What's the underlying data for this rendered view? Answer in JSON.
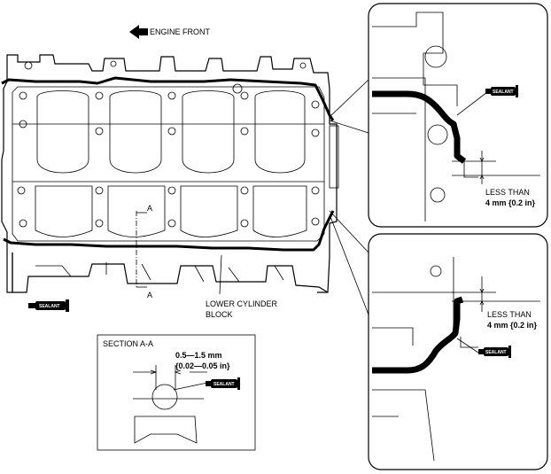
{
  "labels": {
    "engine_front": "ENGINE FRONT",
    "section_mark_top": "A",
    "section_mark_bottom": "A",
    "lower_block_line1": "LOWER CYLINDER",
    "lower_block_line2": "BLOCK",
    "section_title": "SECTION A-A",
    "width_mm": "0.5—1.5 mm",
    "width_in": "{0.02—0.05 in}",
    "less_than_top_1": "LESS THAN",
    "less_than_top_2": "4 mm {0.2 in}",
    "less_than_bottom_1": "LESS THAN",
    "less_than_bottom_2": "4 mm {0.2 in}"
  },
  "sealant_tags": {
    "main": "SEALANT",
    "detail_top": "SEALANT",
    "detail_bottom": "SEALANT",
    "section": "SEALANT"
  }
}
